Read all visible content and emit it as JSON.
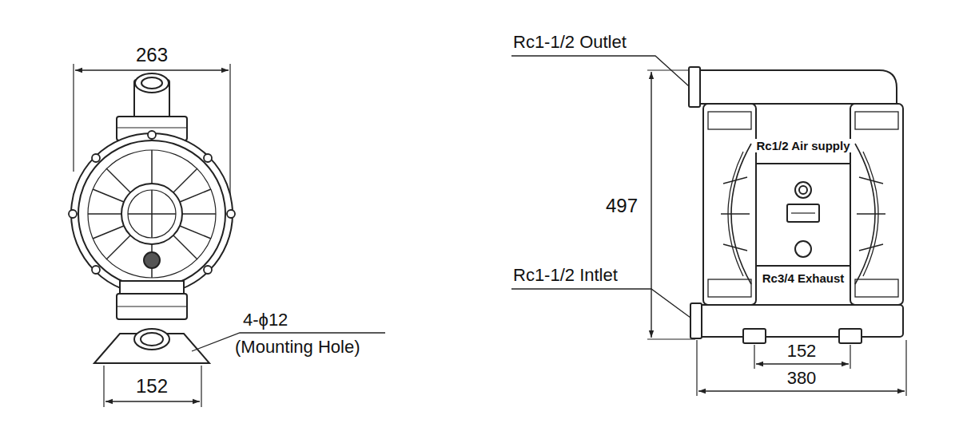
{
  "diagram": {
    "labels": [
      "263",
      "4-ϕ12",
      "(Mounting Hole)",
      "152",
      "Rc1-1/2 Outlet",
      "Rc1/2 Air supply",
      "497",
      "Rc1-1/2 Intlet",
      "Rc3/4 Exhaust",
      "152",
      "380"
    ]
  }
}
